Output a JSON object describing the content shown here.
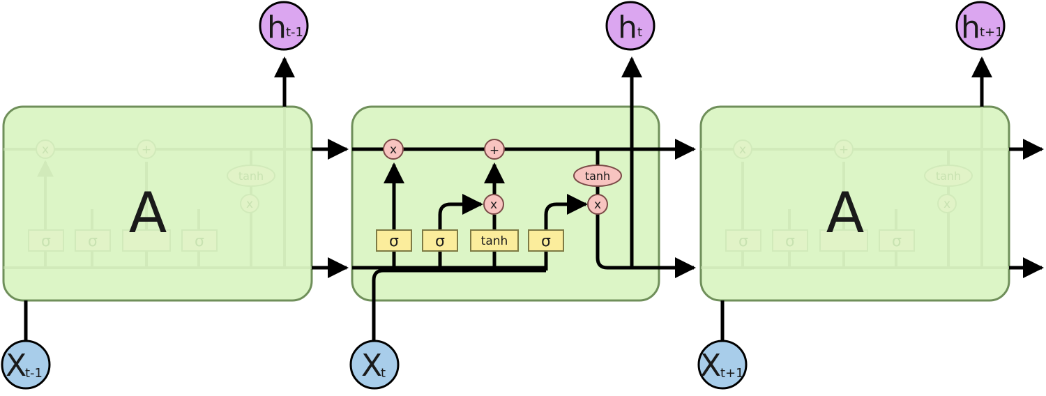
{
  "colors": {
    "cell_fill": "#dcf5c6",
    "cell_stroke": "#6f8f5a",
    "gate_fill": "#fbed9c",
    "gate_stroke": "#7d7a44",
    "op_fill": "#f8c4c0",
    "op_stroke": "#7a4a47",
    "hidden_fill": "#dba6f0",
    "input_fill": "#a8cdea",
    "line": "#000000"
  },
  "cells": [
    {
      "id": "prev",
      "label": "A"
    },
    {
      "id": "current",
      "label": ""
    },
    {
      "id": "next",
      "label": "A"
    }
  ],
  "outputs": [
    {
      "main": "h",
      "sub": "t-1"
    },
    {
      "main": "h",
      "sub": "t"
    },
    {
      "main": "h",
      "sub": "t+1"
    }
  ],
  "inputs": [
    {
      "main": "X",
      "sub": "t-1"
    },
    {
      "main": "X",
      "sub": "t"
    },
    {
      "main": "X",
      "sub": "t+1"
    }
  ],
  "gates": [
    {
      "id": "forget",
      "label": "σ"
    },
    {
      "id": "input",
      "label": "σ"
    },
    {
      "id": "candidate",
      "label": "tanh"
    },
    {
      "id": "output",
      "label": "σ"
    }
  ],
  "ops": {
    "forget_mult": "x",
    "add": "+",
    "input_mult": "x",
    "output_mult": "x",
    "cell_tanh": "tanh"
  },
  "faded_gate_labels": [
    "σ",
    "σ",
    "",
    "σ"
  ],
  "faded_ops": {
    "mult": "x",
    "add": "+",
    "tanh": "tanh"
  }
}
